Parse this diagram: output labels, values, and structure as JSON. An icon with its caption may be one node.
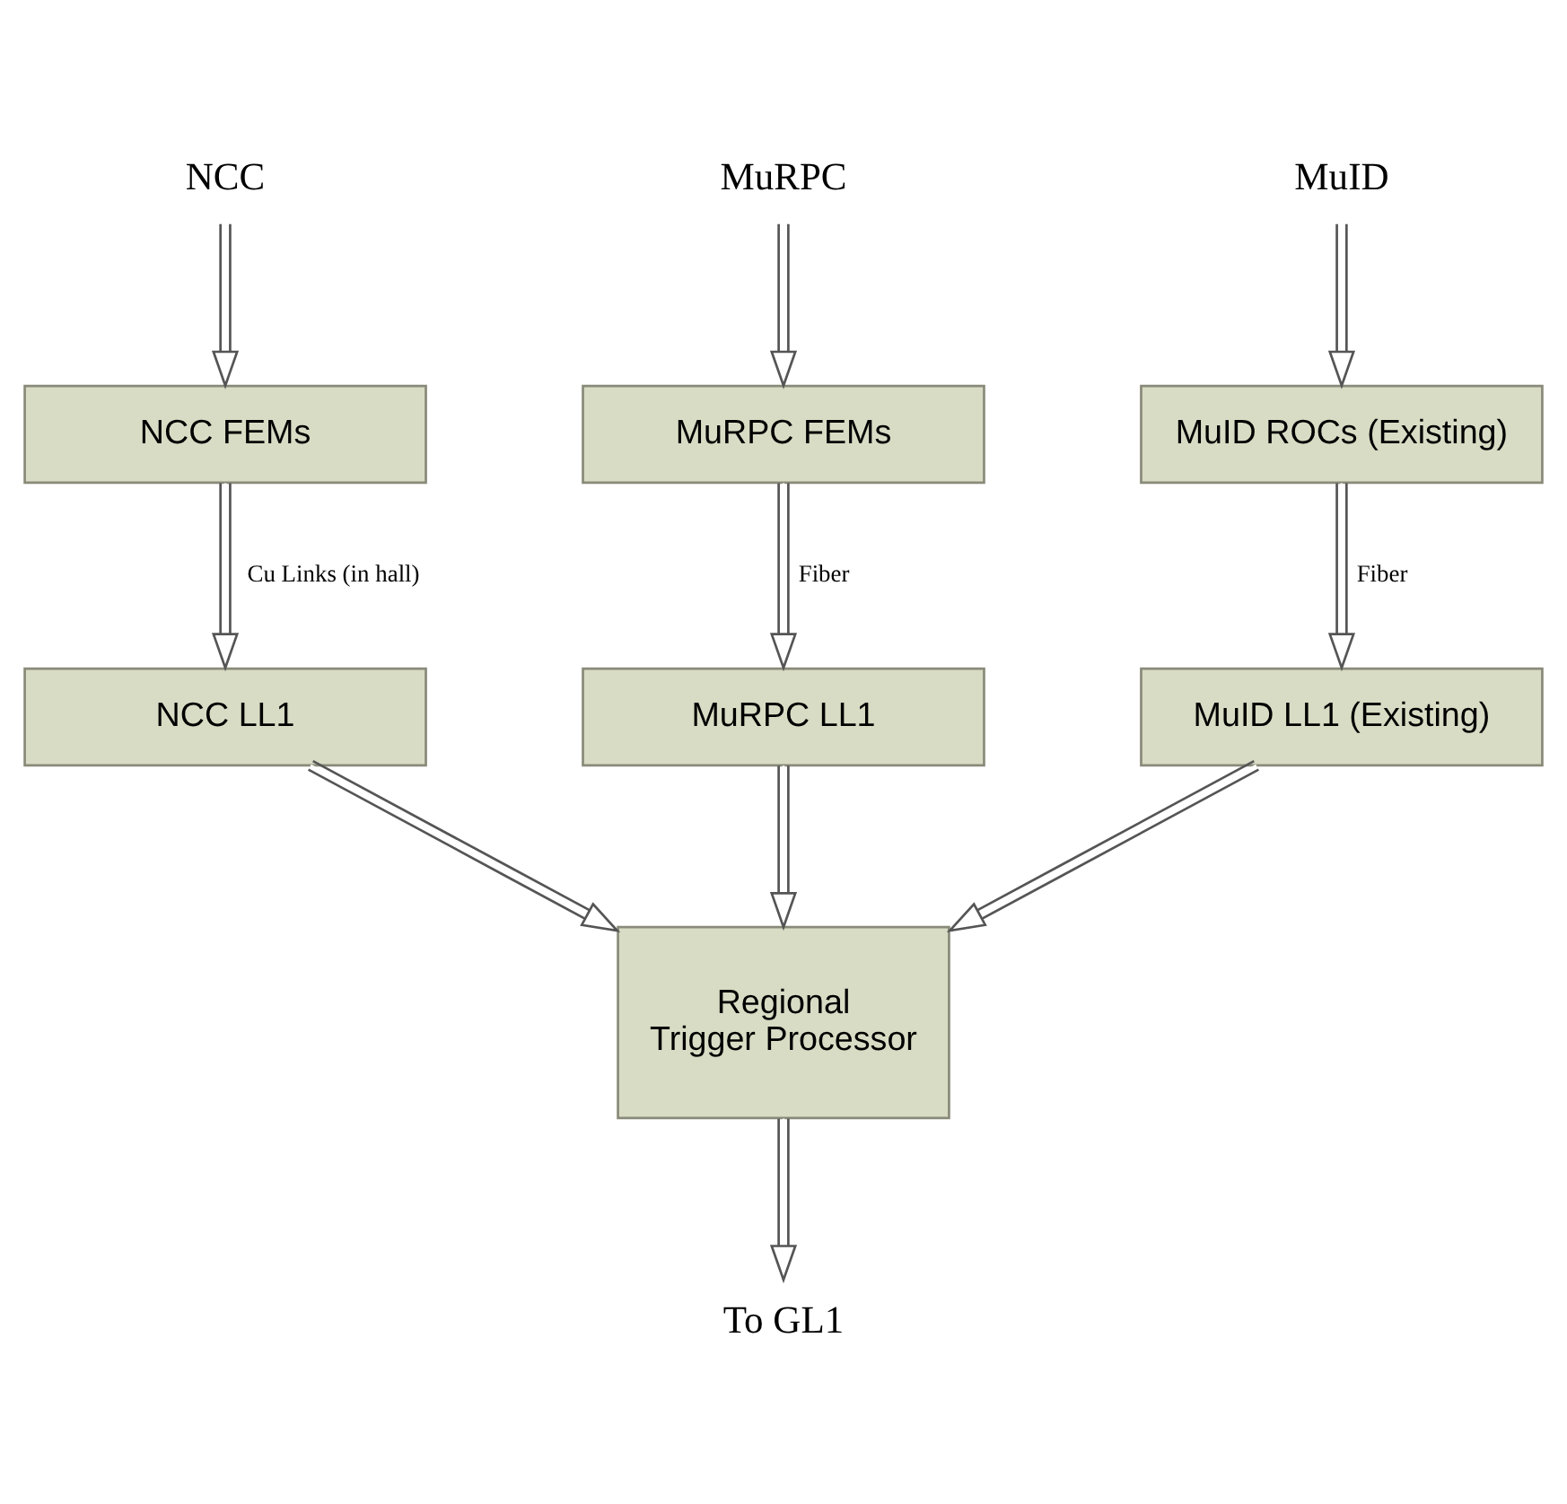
{
  "diagram": {
    "nodes": [
      {
        "text": [
          "NCC"
        ]
      },
      {
        "text": [
          "MuRPC"
        ]
      },
      {
        "text": [
          "MuID"
        ]
      },
      {
        "text": [
          "NCC FEMs"
        ]
      },
      {
        "text": [
          "MuRPC FEMs"
        ]
      },
      {
        "text": [
          "MuID ROCs (Existing)"
        ]
      },
      {
        "text": [
          "NCC LL1"
        ]
      },
      {
        "text": [
          "MuRPC LL1"
        ]
      },
      {
        "text": [
          "MuID LL1 (Existing)"
        ]
      },
      {
        "text": [
          "Regional Trigger Processor"
        ]
      },
      {
        "text": [
          "To GL1"
        ]
      }
    ],
    "edges": [
      {
        "from": 0,
        "to": 3,
        "arrow": "to"
      },
      {
        "from": 1,
        "to": 4,
        "arrow": "to"
      },
      {
        "from": 2,
        "to": 5,
        "arrow": "to"
      },
      {
        "from": 3,
        "to": 6,
        "arrow": "to",
        "label": "Cu Links (in hall)"
      },
      {
        "from": 4,
        "to": 7,
        "arrow": "to",
        "label": "Fiber"
      },
      {
        "from": 5,
        "to": 8,
        "arrow": "to",
        "label": "Fiber"
      },
      {
        "from": 6,
        "to": 9,
        "arrow": "to"
      },
      {
        "from": 7,
        "to": 9,
        "arrow": "to"
      },
      {
        "from": 8,
        "to": 9,
        "arrow": "to"
      },
      {
        "from": 9,
        "to": 10,
        "arrow": "to"
      }
    ]
  }
}
